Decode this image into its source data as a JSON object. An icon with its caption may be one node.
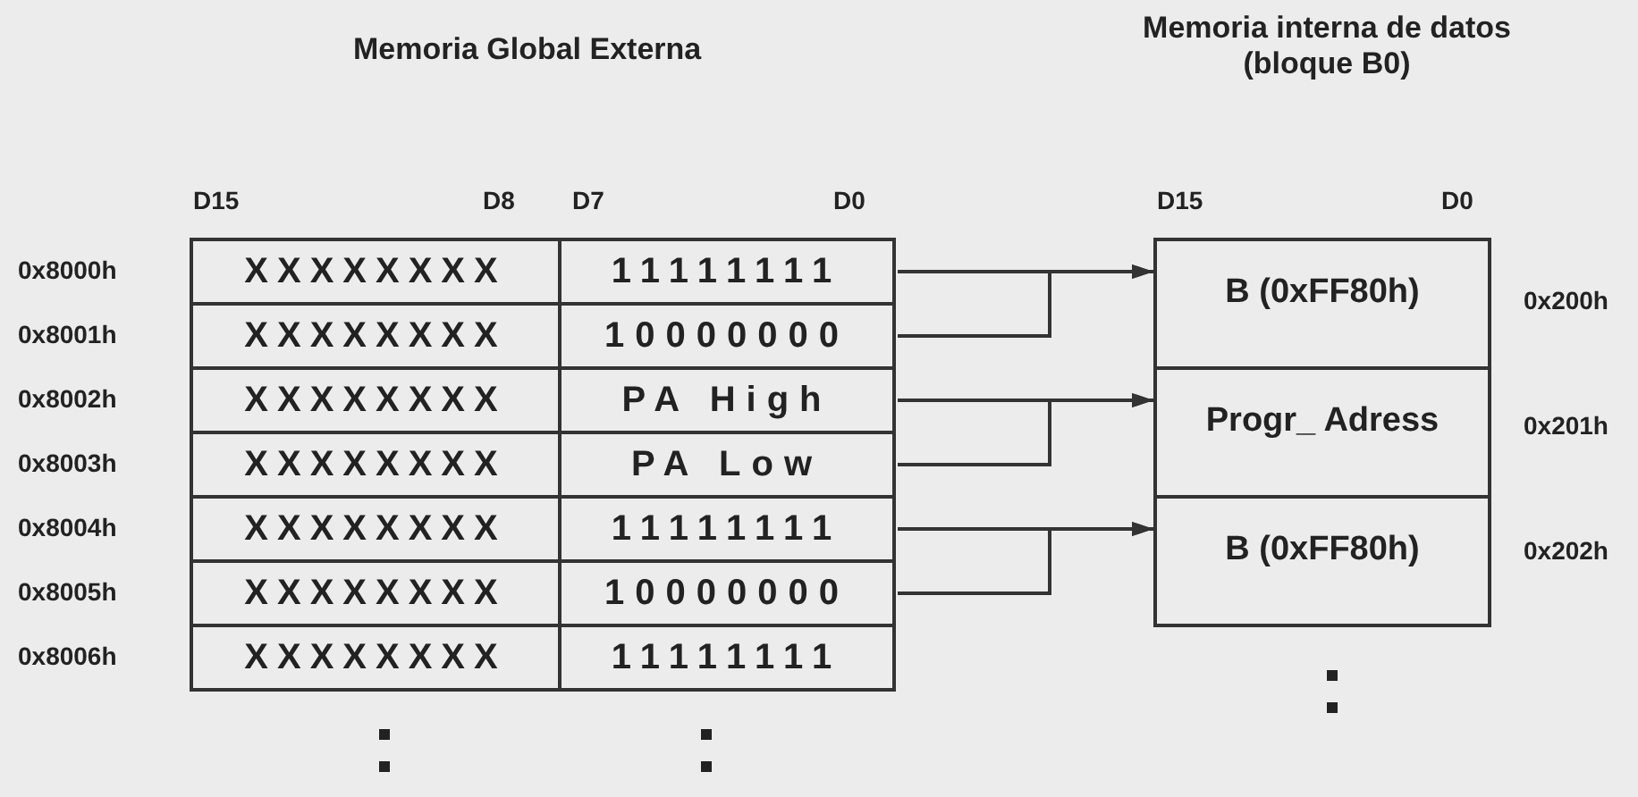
{
  "diagram": {
    "nodes": [
      {
        "text": [
          "XXXXXXXX"
        ]
      },
      {
        "text": [
          "11111111"
        ]
      },
      {
        "text": [
          "XXXXXXXX"
        ]
      },
      {
        "text": [
          "10000000"
        ]
      },
      {
        "text": [
          "XXXXXXXX"
        ]
      },
      {
        "text": [
          "PA High"
        ]
      },
      {
        "text": [
          "XXXXXXXX"
        ]
      },
      {
        "text": [
          "PA Low"
        ]
      },
      {
        "text": [
          "XXXXXXXX"
        ]
      },
      {
        "text": [
          "11111111"
        ]
      },
      {
        "text": [
          "XXXXXXXX"
        ]
      },
      {
        "text": [
          "10000000"
        ]
      },
      {
        "text": [
          "XXXXXXXX"
        ]
      },
      {
        "text": [
          "11111111"
        ]
      },
      {
        "text": [
          "B (0xFF80h)"
        ]
      },
      {
        "text": [
          "Progr_ Adress"
        ]
      },
      {
        "text": [
          "B (0xFF80h)"
        ]
      }
    ],
    "edges": [
      {
        "from": 1,
        "to": 14,
        "arrow": "to"
      },
      {
        "from": 3,
        "to": 14,
        "arrow": "to"
      },
      {
        "from": 5,
        "to": 15,
        "arrow": "to"
      },
      {
        "from": 7,
        "to": 15,
        "arrow": "to"
      },
      {
        "from": 9,
        "to": 16,
        "arrow": "to"
      },
      {
        "from": 11,
        "to": 16,
        "arrow": "to"
      }
    ],
    "labels": [
      "Memoria Global Externa",
      "Memoria interna de datos (bloque B0)",
      "D15",
      "D8",
      "D7",
      "D0",
      "D15",
      "D0",
      "0x8000h",
      "0x8001h",
      "0x8002h",
      "0x8003h",
      "0x8004h",
      "0x8005h",
      "0x8006h",
      "0x200h",
      "0x201h",
      "0x202h"
    ]
  }
}
